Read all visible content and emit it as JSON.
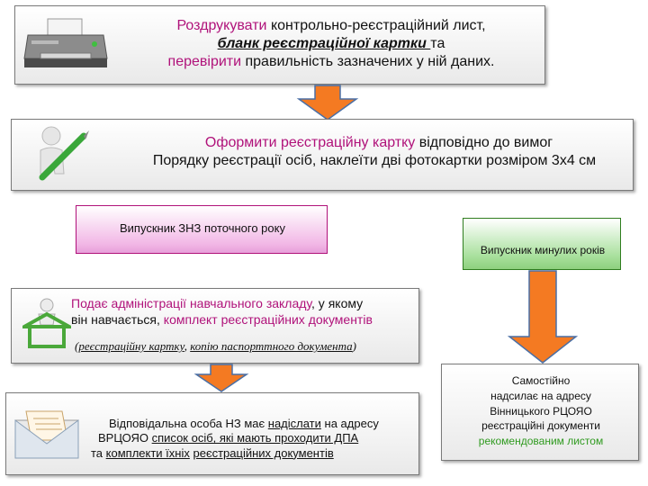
{
  "step1": {
    "line1_a": "Роздрукувати",
    "line1_b": " контрольно-реєстраційний лист,",
    "line2_a": "бланк реєстраційної картки ",
    "line2_b": "та",
    "line3_a": "перевірити",
    "line3_b": " правильність зазначених у ній даних."
  },
  "step2": {
    "line1_a": "Оформити реєстраційну картку",
    "line1_b": " відповідно до вимог",
    "line2": "Порядку реєстрації осіб, наклеїти дві фотокартки розміром 3х4 см"
  },
  "branch_current": {
    "label": "Випускник ЗНЗ поточного року"
  },
  "branch_past": {
    "label": "Випускник минулих років"
  },
  "step3": {
    "line1_a": "Подає адміністрації навчального закладу",
    "line1_b": ", у якому",
    "line2_a": "він навчається, ",
    "line2_b": "комплект реєстраційних документів",
    "line3_a": "(",
    "line3_b": "реєстраційну картку",
    "line3_c": ", ",
    "line3_d": "копію паспорттного документа",
    "line3_e": ")"
  },
  "step4": {
    "line1_a": "Відповідальна особа НЗ має ",
    "line1_b": "надіслати",
    "line1_c": " на адресу",
    "line2_a": "ВРЦОЯО ",
    "line2_b": "список осіб, які мають проходити ДПА",
    "line3_a": "та ",
    "line3_b": "комплекти їхніх",
    "line3_c": " ",
    "line3_d": "реєстраційних документів"
  },
  "self_send": {
    "line1": "Самостійно",
    "line2": "надсилає на адресу",
    "line3": "Вінницького РЦОЯО",
    "line4": "реєстраційні документи",
    "line5": "рекомендованим листом"
  },
  "colors": {
    "magenta": "#b0127a",
    "green": "#2f9a1f",
    "arrow_fill": "#f47a22",
    "arrow_stroke": "#4a6fa5"
  },
  "icons": {
    "printer": "printer-icon",
    "pen_figure": "figure-with-pen-icon",
    "house_figure": "house-with-figure-icon",
    "envelope": "envelope-letter-icon"
  }
}
